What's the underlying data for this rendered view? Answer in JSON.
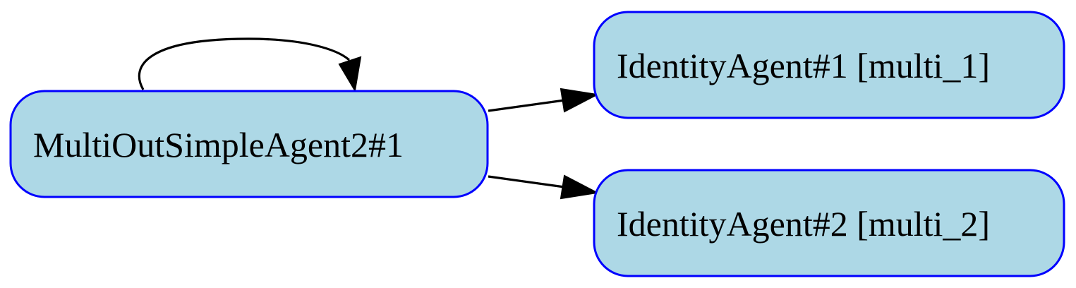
{
  "graph": {
    "nodes": [
      {
        "id": "multi_out",
        "label": "MultiOutSimpleAgent2#1"
      },
      {
        "id": "identity_1",
        "label": "IdentityAgent#1 [multi_1]"
      },
      {
        "id": "identity_2",
        "label": "IdentityAgent#2 [multi_2]"
      }
    ],
    "edges": [
      {
        "from": "multi_out",
        "to": "multi_out"
      },
      {
        "from": "multi_out",
        "to": "identity_1"
      },
      {
        "from": "multi_out",
        "to": "identity_2"
      }
    ]
  },
  "colors": {
    "node_fill": "#add8e6",
    "node_border": "#0000ff",
    "edge": "#000000",
    "text": "#000000"
  }
}
